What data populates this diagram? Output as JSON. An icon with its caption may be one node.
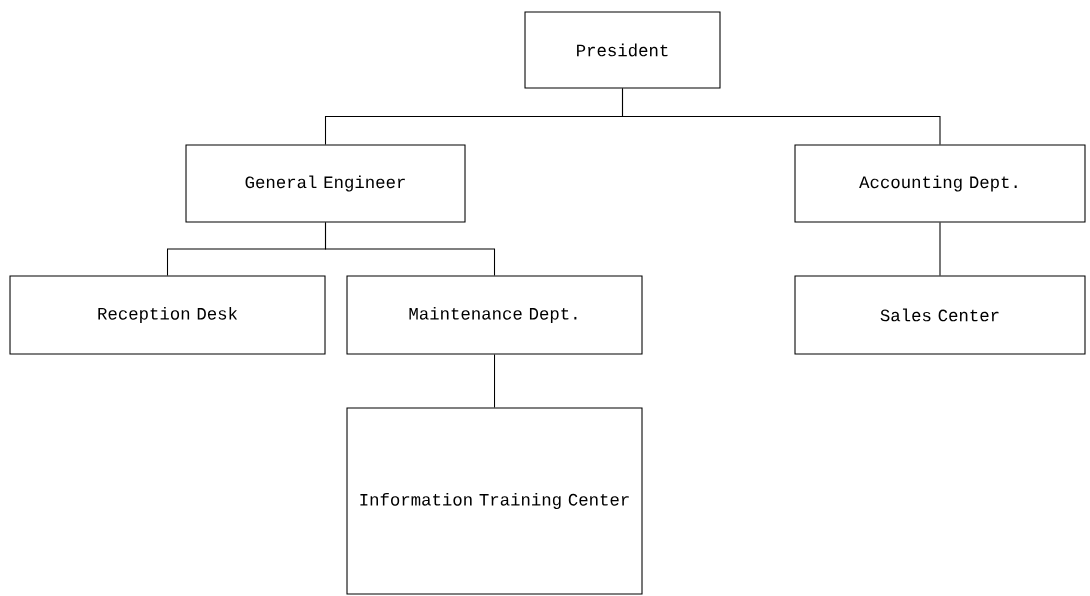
{
  "diagram": {
    "nodes": [
      {
        "text": [
          "President"
        ]
      },
      {
        "text": [
          "General Engineer"
        ]
      },
      {
        "text": [
          "Accounting Dept."
        ]
      },
      {
        "text": [
          "Reception Desk"
        ]
      },
      {
        "text": [
          "Maintenance Dept."
        ]
      },
      {
        "text": [
          "Sales Center"
        ]
      },
      {
        "text": [
          "Information Training Center"
        ]
      }
    ],
    "edges": [
      {
        "from": 0,
        "to": 1,
        "arrow": "none"
      },
      {
        "from": 0,
        "to": 2,
        "arrow": "none"
      },
      {
        "from": 1,
        "to": 3,
        "arrow": "none"
      },
      {
        "from": 1,
        "to": 4,
        "arrow": "none"
      },
      {
        "from": 4,
        "to": 6,
        "arrow": "none"
      },
      {
        "from": 2,
        "to": 5,
        "arrow": "none"
      }
    ]
  }
}
